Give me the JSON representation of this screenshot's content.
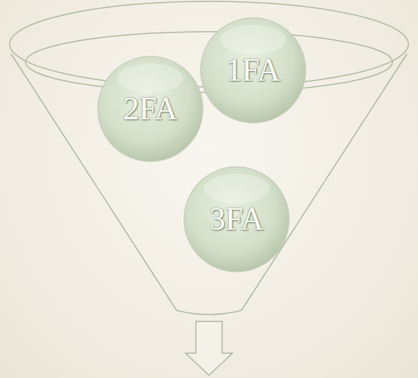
{
  "diagram": {
    "nodes": [
      {
        "text": [
          "2FA"
        ]
      },
      {
        "text": [
          "1FA"
        ]
      },
      {
        "text": [
          "3FA"
        ]
      }
    ]
  }
}
